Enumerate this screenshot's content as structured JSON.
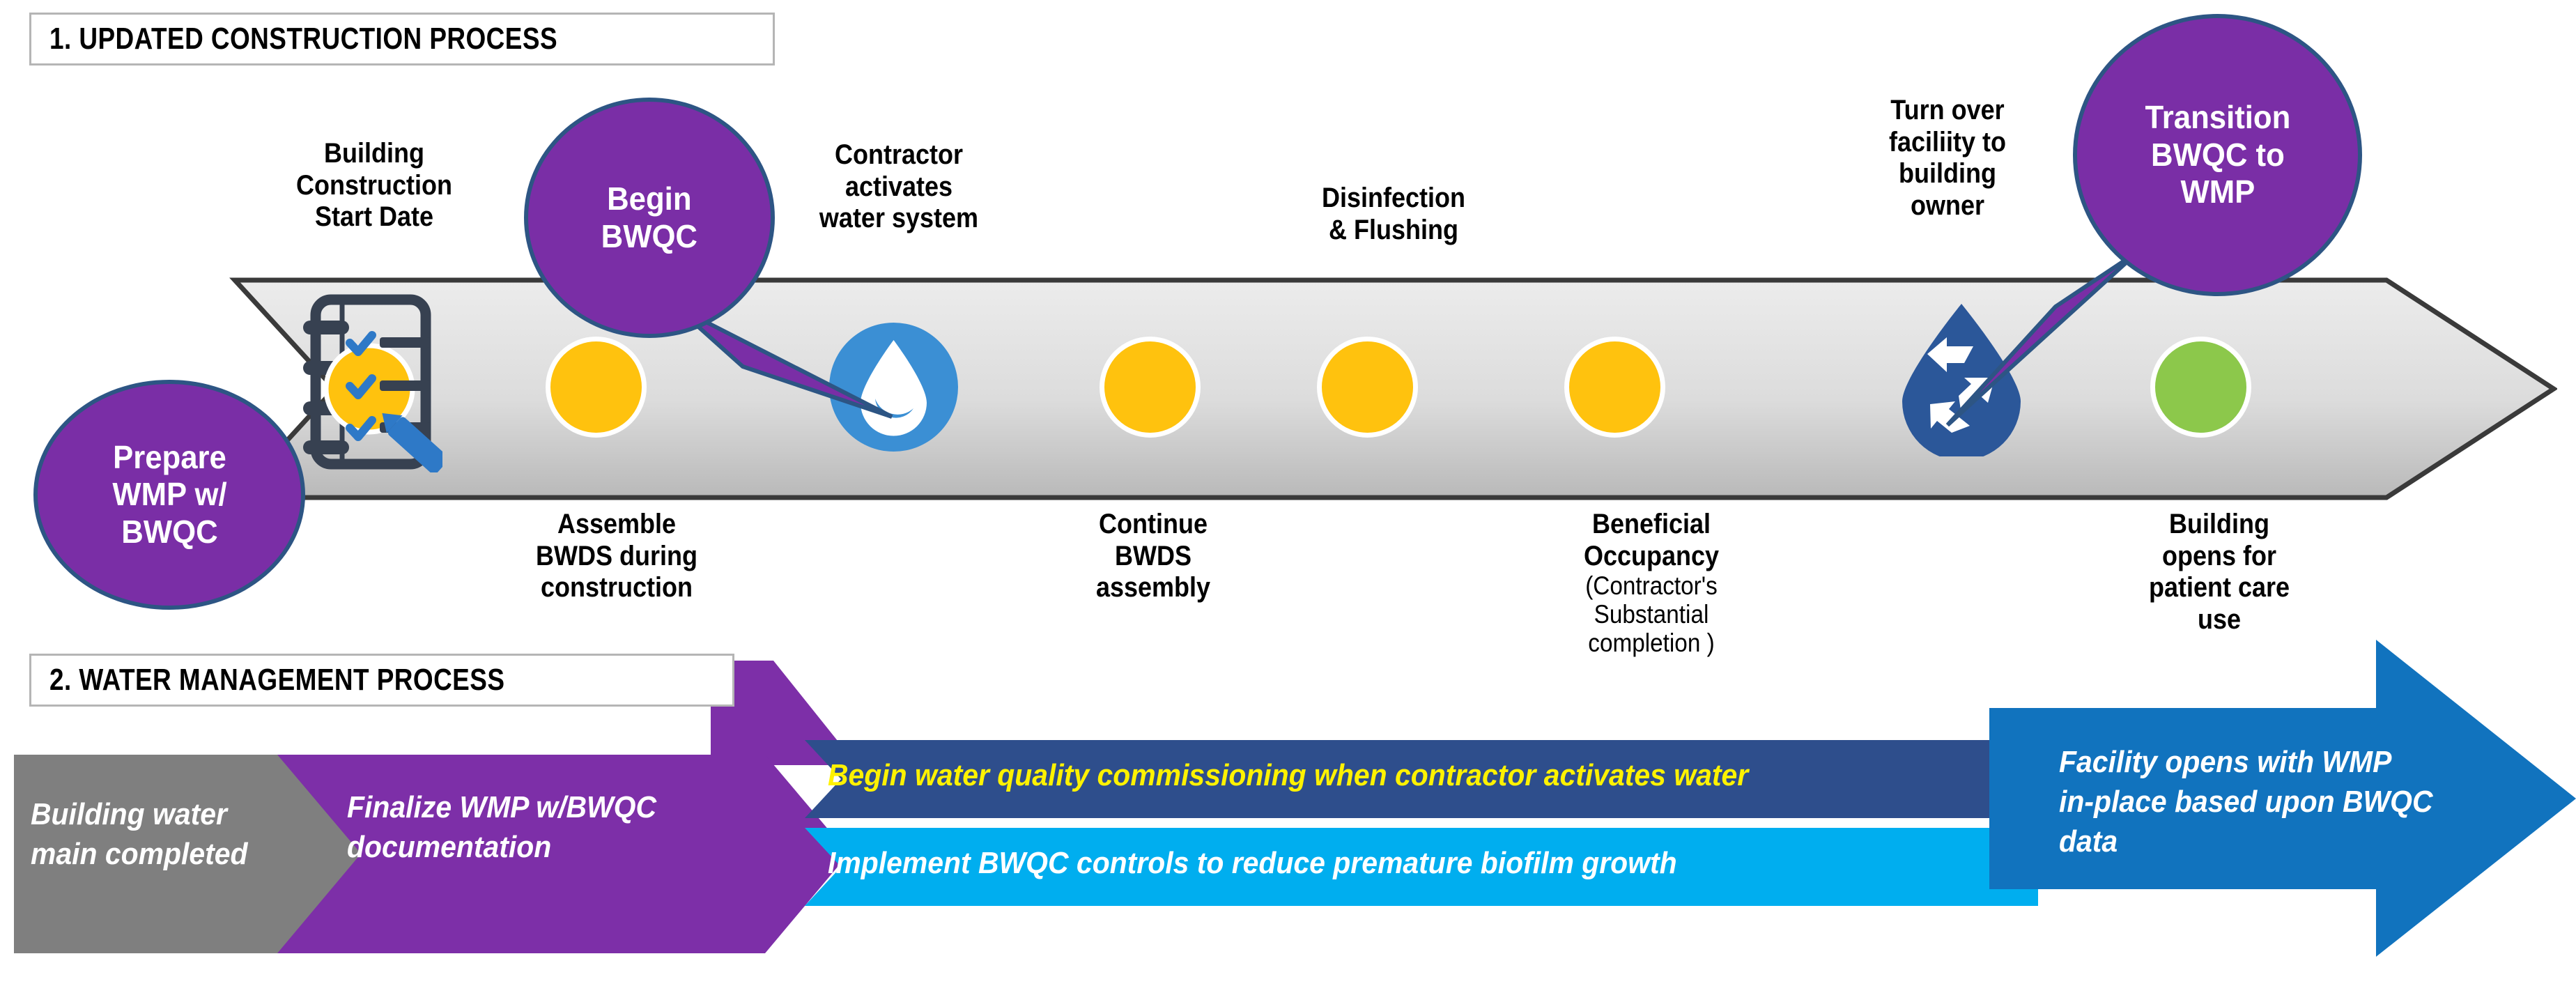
{
  "sections": {
    "one": {
      "title": "1. UPDATED CONSTRUCTION PROCESS"
    },
    "two": {
      "title": "2. WATER MANAGEMENT PROCESS"
    }
  },
  "construction": {
    "labels_above": [
      {
        "key": "start_date",
        "text": "Building\nConstruction\nStart Date"
      },
      {
        "key": "activates",
        "text": "Contractor\nactivates\nwater system"
      },
      {
        "key": "disinfection",
        "text": "Disinfection\n& Flushing"
      },
      {
        "key": "turnover",
        "text": "Turn over\nfaciliity to\nbuilding\nowner"
      }
    ],
    "labels_below": [
      {
        "key": "assemble_bwds",
        "text": "Assemble\nBWDS during\nconstruction"
      },
      {
        "key": "continue_bwds",
        "text": "Continue\nBWDS\nassembly"
      },
      {
        "key": "beneficial",
        "text": "Beneficial\nOccupancy",
        "sub": "(Contractor's\nSubstantial\ncompletion )"
      },
      {
        "key": "opens",
        "text": "Building\nopens for\npatient care\nuse"
      }
    ],
    "nodes": [
      {
        "key": "checklist",
        "type": "icon-clipboard",
        "color": "#FFC20E"
      },
      {
        "key": "dot1",
        "type": "dot",
        "color": "#FFC20E"
      },
      {
        "key": "water-drop",
        "type": "icon-droplet",
        "color": "#3B8FD4"
      },
      {
        "key": "dot2",
        "type": "dot",
        "color": "#FFC20E"
      },
      {
        "key": "dot3",
        "type": "dot",
        "color": "#FFC20E"
      },
      {
        "key": "dot4",
        "type": "dot",
        "color": "#FFC20E"
      },
      {
        "key": "recycle",
        "type": "icon-recycle",
        "color": "#2B5799"
      },
      {
        "key": "dot5",
        "type": "dot",
        "color": "#8CC84B"
      }
    ]
  },
  "callouts": [
    {
      "key": "prepare",
      "text": "Prepare\nWMP w/\nBWQC"
    },
    {
      "key": "begin",
      "text": "Begin\nBWQC"
    },
    {
      "key": "transition",
      "text": "Transition\nBWQC to\nWMP"
    }
  ],
  "water_management": {
    "steps": [
      {
        "key": "main_completed",
        "text": "Building water\nmain completed",
        "color": "#7F7F7F",
        "text_color": "#FFFFFF"
      },
      {
        "key": "finalize_wmp",
        "text": "Finalize WMP w/BWQC\ndocumentation",
        "color": "#7D2FA8",
        "text_color": "#FFFFFF"
      },
      {
        "key": "begin_wqc",
        "text": "Begin water quality commissioning when contractor activates water",
        "color": "#2E4E8C",
        "text_color": "#FFF200"
      },
      {
        "key": "implement_bwqc",
        "text": "Implement BWQC controls to reduce premature biofilm growth",
        "color": "#00AEEF",
        "text_color": "#FFFFFF"
      },
      {
        "key": "facility_opens",
        "text": "Facility opens with WMP\nin-place based upon BWQC\ndata",
        "color": "#1173BE",
        "text_color": "#FFFFFF"
      }
    ]
  },
  "colors": {
    "purple": "#7A2EA6",
    "bubble_border": "#2D5584",
    "band_grey_light": "#E2E2E2",
    "band_grey_dark": "#9E9E9E",
    "band_outline": "#3A3A3A",
    "yellow": "#FFC20E",
    "green": "#8CC84B",
    "blue_light": "#3B8FD4",
    "blue_dark": "#2B5799",
    "header_border": "#B5B5B5"
  }
}
